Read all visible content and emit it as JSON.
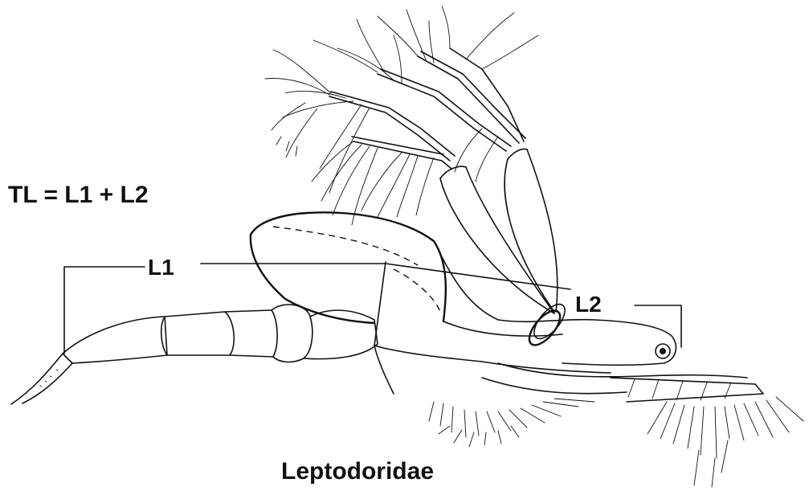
{
  "formula": "TL = L1 + L2",
  "label_l1": "L1",
  "label_l2": "L2",
  "caption": "Leptodoridae",
  "colors": {
    "ink": "#111111",
    "background": "#ffffff"
  }
}
